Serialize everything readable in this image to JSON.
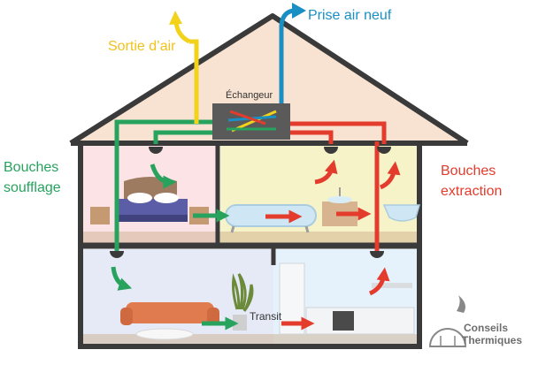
{
  "labels": {
    "exhaust_out": "Sortie d’air",
    "fresh_in": "Prise air neuf",
    "exchanger": "Échangeur",
    "supply_vents_line1": "Bouches",
    "supply_vents_line2": "soufflage",
    "extract_vents_line1": "Bouches",
    "extract_vents_line2": "extraction",
    "transit": "Transit",
    "logo_line1": "Conseils",
    "logo_line2": "Thermiques"
  },
  "colors": {
    "fresh_air": "#1a8fc4",
    "exhaust_air": "#f2d21b",
    "supply_air": "#27a35e",
    "extract_air": "#e33b2c",
    "wall": "#3a3a3a",
    "attic": "#f8e3d2",
    "bedroom": "#fbe3e6",
    "bathroom": "#f7f3c8",
    "living_room": "#e6e9f6",
    "kitchen": "#e5f1fb"
  }
}
